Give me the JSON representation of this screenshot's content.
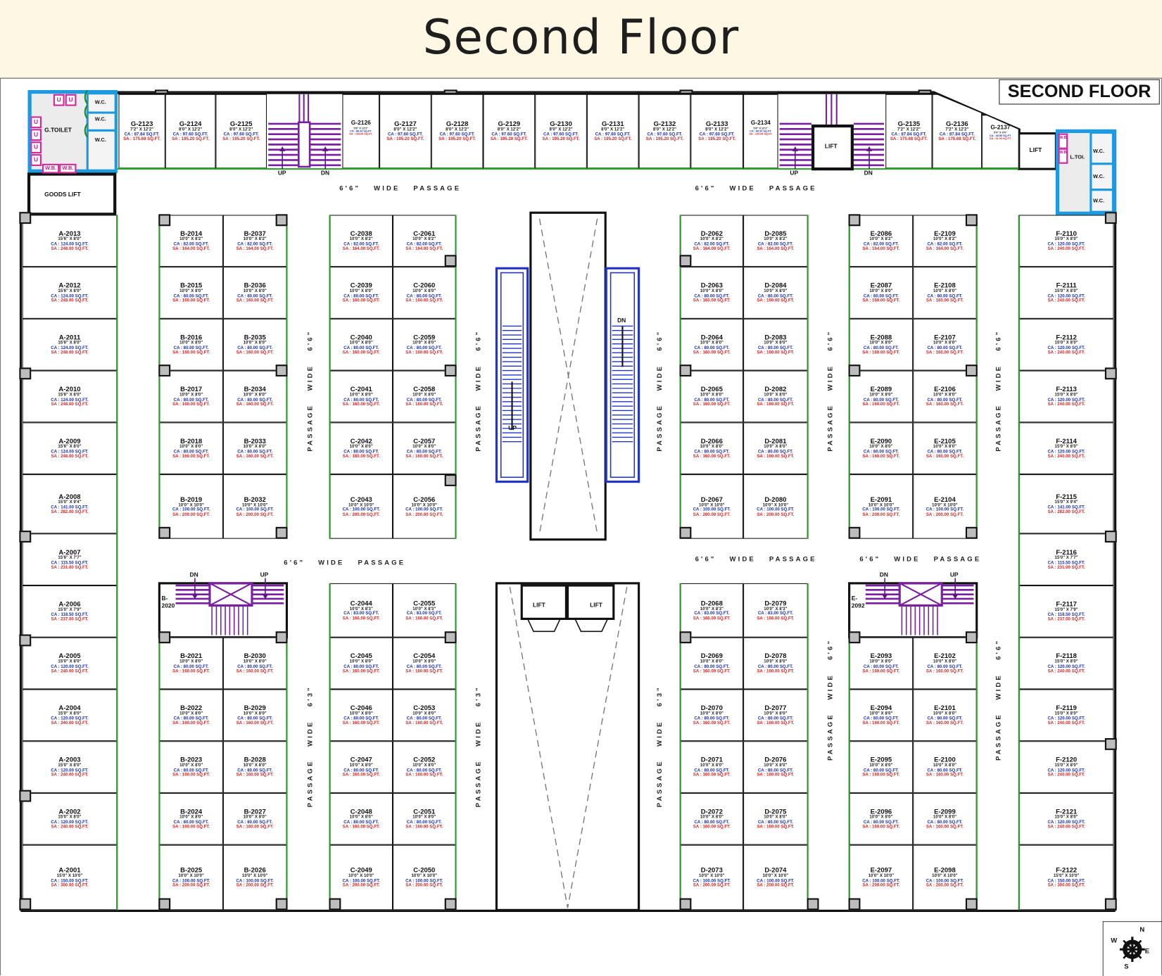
{
  "header": {
    "title": "Second Floor"
  },
  "plan_label": "SECOND FLOOR",
  "labels": {
    "ca_prefix": "CA : ",
    "sa_prefix": "SA : ",
    "area_suffix": " SQ.FT.",
    "wide": "WIDE",
    "passage": "PASSAGE",
    "up": "UP",
    "dn": "DN",
    "lift": "LIFT",
    "goods_lift": "GOODS LIFT",
    "g_toilet": "G.TOILET",
    "l_toilet": "L.TOI.",
    "wc": "W.C.",
    "wb": "W.B.",
    "urinal": "U",
    "b_stair_unit": "B-2020",
    "e_stair_unit": "E-2092"
  },
  "compass": {
    "n": "N",
    "e": "E",
    "s": "S",
    "w": "W"
  },
  "passages": {
    "horizontal": [
      "6'6\"",
      "6'6\"",
      "6'6\"",
      "6'6\"",
      "6'6\""
    ],
    "vertical": [
      "6'6\"",
      "6'6\"",
      "6'6\"",
      "6'6\"",
      "6'6\"",
      "6'3\"",
      "6'3\"",
      "6'3\"",
      "6'6\"",
      "6'6\""
    ]
  },
  "blocks": {
    "G": [
      {
        "id": "G-2123",
        "dim": "7'2\" X 12'2\"",
        "ca": "87.84",
        "sa": "175.68"
      },
      {
        "id": "G-2124",
        "dim": "8'0\" X 12'2\"",
        "ca": "97.60",
        "sa": "195.20"
      },
      {
        "id": "G-2125",
        "dim": "8'0\" X 12'2\"",
        "ca": "97.60",
        "sa": "195.20"
      },
      {
        "id": "G-2126",
        "dim": "5'6\" X 12'2\"",
        "ca": "66.92",
        "sa": "133.84"
      },
      {
        "id": "G-2127",
        "dim": "8'0\" X 12'2\"",
        "ca": "97.60",
        "sa": "195.20"
      },
      {
        "id": "G-2128",
        "dim": "8'0\" X 12'2\"",
        "ca": "97.60",
        "sa": "195.20"
      },
      {
        "id": "G-2129",
        "dim": "8'0\" X 12'2\"",
        "ca": "97.60",
        "sa": "195.20"
      },
      {
        "id": "G-2130",
        "dim": "8'0\" X 12'2\"",
        "ca": "97.60",
        "sa": "195.20"
      },
      {
        "id": "G-2131",
        "dim": "8'0\" X 12'2\"",
        "ca": "97.60",
        "sa": "195.20"
      },
      {
        "id": "G-2132",
        "dim": "8'0\" X 12'2\"",
        "ca": "97.60",
        "sa": "195.20"
      },
      {
        "id": "G-2133",
        "dim": "8'0\" X 12'2\"",
        "ca": "97.60",
        "sa": "195.20"
      },
      {
        "id": "G-2134",
        "dim": "5'6\" X 12'2\"",
        "ca": "66.92",
        "sa": "133.84"
      },
      {
        "id": "G-2135",
        "dim": "7'2\" X 12'2\"",
        "ca": "87.84",
        "sa": "175.68"
      },
      {
        "id": "G-2136",
        "dim": "7'2\" X 12'2\"",
        "ca": "87.84",
        "sa": "175.68"
      },
      {
        "id": "G-2137",
        "dim": "5'0\" X 9'0\"",
        "ca": "45.50",
        "sa": "91.00"
      }
    ],
    "A": [
      {
        "id": "A-2013",
        "dim": "15'6\" X 8'0\"",
        "ca": "124.00",
        "sa": "248.00"
      },
      {
        "id": "A-2012",
        "dim": "15'6\" X 8'0\"",
        "ca": "124.00",
        "sa": "248.00"
      },
      {
        "id": "A-2011",
        "dim": "15'6\" X 8'0\"",
        "ca": "124.00",
        "sa": "248.00"
      },
      {
        "id": "A-2010",
        "dim": "15'6\" X 8'0\"",
        "ca": "124.00",
        "sa": "248.00"
      },
      {
        "id": "A-2009",
        "dim": "15'6\" X 8'0\"",
        "ca": "124.00",
        "sa": "248.00"
      },
      {
        "id": "A-2008",
        "dim": "15'0\" X 9'4\"",
        "ca": "141.00",
        "sa": "282.00"
      },
      {
        "id": "A-2007",
        "dim": "15'6\" X 7'7\"",
        "ca": "115.50",
        "sa": "231.00"
      },
      {
        "id": "A-2006",
        "dim": "15'0\" X 7'9\"",
        "ca": "118.50",
        "sa": "237.00"
      },
      {
        "id": "A-2005",
        "dim": "15'0\" X 8'0\"",
        "ca": "120.00",
        "sa": "240.00"
      },
      {
        "id": "A-2004",
        "dim": "15'0\" X 8'0\"",
        "ca": "120.00",
        "sa": "240.00"
      },
      {
        "id": "A-2003",
        "dim": "15'0\" X 8'0\"",
        "ca": "120.00",
        "sa": "240.00"
      },
      {
        "id": "A-2002",
        "dim": "15'0\" X 8'0\"",
        "ca": "120.00",
        "sa": "240.00"
      },
      {
        "id": "A-2001",
        "dim": "15'0\" X 10'0\"",
        "ca": "150.00",
        "sa": "300.00"
      }
    ],
    "F": [
      {
        "id": "F-2110",
        "dim": "15'0\" X 8'0\"",
        "ca": "120.00",
        "sa": "240.00"
      },
      {
        "id": "F-2111",
        "dim": "15'0\" X 8'0\"",
        "ca": "120.00",
        "sa": "240.00"
      },
      {
        "id": "F-2112",
        "dim": "15'0\" X 8'0\"",
        "ca": "120.00",
        "sa": "240.00"
      },
      {
        "id": "F-2113",
        "dim": "15'0\" X 8'0\"",
        "ca": "120.00",
        "sa": "240.00"
      },
      {
        "id": "F-2114",
        "dim": "15'0\" X 8'0\"",
        "ca": "120.00",
        "sa": "240.00"
      },
      {
        "id": "F-2115",
        "dim": "15'0\" X 9'4\"",
        "ca": "141.00",
        "sa": "282.00"
      },
      {
        "id": "F-2116",
        "dim": "15'0\" X 7'7\"",
        "ca": "115.50",
        "sa": "231.00"
      },
      {
        "id": "F-2117",
        "dim": "15'0\" X 7'9\"",
        "ca": "118.50",
        "sa": "237.00"
      },
      {
        "id": "F-2118",
        "dim": "15'0\" X 8'0\"",
        "ca": "120.00",
        "sa": "240.00"
      },
      {
        "id": "F-2119",
        "dim": "15'0\" X 8'0\"",
        "ca": "120.00",
        "sa": "240.00"
      },
      {
        "id": "F-2120",
        "dim": "15'0\" X 8'0\"",
        "ca": "120.00",
        "sa": "240.00"
      },
      {
        "id": "F-2121",
        "dim": "15'0\" X 8'0\"",
        "ca": "120.00",
        "sa": "240.00"
      },
      {
        "id": "F-2122",
        "dim": "15'0\" X 10'0\"",
        "ca": "150.00",
        "sa": "300.00"
      }
    ],
    "B_top": [
      [
        {
          "id": "B-2014",
          "dim": "10'0\" X 8'2\"",
          "ca": "82.00",
          "sa": "164.00"
        },
        {
          "id": "B-2037",
          "dim": "10'0\" X 8'2\"",
          "ca": "82.00",
          "sa": "164.00"
        }
      ],
      [
        {
          "id": "B-2015",
          "dim": "10'0\" X 8'0\"",
          "ca": "80.00",
          "sa": "160.00"
        },
        {
          "id": "B-2036",
          "dim": "10'0\" X 8'0\"",
          "ca": "80.00",
          "sa": "160.00"
        }
      ],
      [
        {
          "id": "B-2016",
          "dim": "10'0\" X 8'0\"",
          "ca": "80.00",
          "sa": "160.00"
        },
        {
          "id": "B-2035",
          "dim": "10'0\" X 8'0\"",
          "ca": "80.00",
          "sa": "160.00"
        }
      ],
      [
        {
          "id": "B-2017",
          "dim": "10'0\" X 8'0\"",
          "ca": "80.00",
          "sa": "160.00"
        },
        {
          "id": "B-2034",
          "dim": "10'0\" X 8'0\"",
          "ca": "80.00",
          "sa": "160.00"
        }
      ],
      [
        {
          "id": "B-2018",
          "dim": "10'0\" X 8'0\"",
          "ca": "80.00",
          "sa": "160.00"
        },
        {
          "id": "B-2033",
          "dim": "10'0\" X 8'0\"",
          "ca": "80.00",
          "sa": "160.00"
        }
      ],
      [
        {
          "id": "B-2019",
          "dim": "10'0\" X 10'0\"",
          "ca": "100.00",
          "sa": "200.00"
        },
        {
          "id": "B-2032",
          "dim": "10'0\" X 10'0\"",
          "ca": "100.00",
          "sa": "200.00"
        }
      ]
    ],
    "B_bottom": [
      [
        {
          "id": "B-2021",
          "dim": "10'0\" X 8'0\"",
          "ca": "80.00",
          "sa": "160.00"
        },
        {
          "id": "B-2030",
          "dim": "10'0\" X 8'0\"",
          "ca": "80.00",
          "sa": "160.00"
        }
      ],
      [
        {
          "id": "B-2022",
          "dim": "10'0\" X 8'0\"",
          "ca": "80.00",
          "sa": "160.00"
        },
        {
          "id": "B-2029",
          "dim": "10'0\" X 8'0\"",
          "ca": "80.00",
          "sa": "160.00"
        }
      ],
      [
        {
          "id": "B-2023",
          "dim": "10'0\" X 8'0\"",
          "ca": "80.00",
          "sa": "160.00"
        },
        {
          "id": "B-2028",
          "dim": "10'0\" X 8'0\"",
          "ca": "80.00",
          "sa": "160.00"
        }
      ],
      [
        {
          "id": "B-2024",
          "dim": "10'0\" X 8'0\"",
          "ca": "80.00",
          "sa": "160.00"
        },
        {
          "id": "B-2027",
          "dim": "10'0\" X 8'0\"",
          "ca": "80.00",
          "sa": "160.00"
        }
      ],
      [
        {
          "id": "B-2025",
          "dim": "10'0\" X 10'0\"",
          "ca": "100.00",
          "sa": "200.00"
        },
        {
          "id": "B-2026",
          "dim": "10'0\" X 10'0\"",
          "ca": "100.00",
          "sa": "200.00"
        }
      ]
    ],
    "C_top": [
      [
        {
          "id": "C-2038",
          "dim": "10'0\" X 8'2\"",
          "ca": "82.00",
          "sa": "164.00"
        },
        {
          "id": "C-2061",
          "dim": "10'0\" X 8'2\"",
          "ca": "82.00",
          "sa": "164.00"
        }
      ],
      [
        {
          "id": "C-2039",
          "dim": "10'0\" X 8'0\"",
          "ca": "80.00",
          "sa": "160.00"
        },
        {
          "id": "C-2060",
          "dim": "10'0\" X 8'0\"",
          "ca": "80.00",
          "sa": "160.00"
        }
      ],
      [
        {
          "id": "C-2040",
          "dim": "10'0\" X 8'0\"",
          "ca": "80.00",
          "sa": "160.00"
        },
        {
          "id": "C-2059",
          "dim": "10'0\" X 8'0\"",
          "ca": "80.00",
          "sa": "160.00"
        }
      ],
      [
        {
          "id": "C-2041",
          "dim": "10'0\" X 8'0\"",
          "ca": "80.00",
          "sa": "160.00"
        },
        {
          "id": "C-2058",
          "dim": "10'0\" X 8'0\"",
          "ca": "80.00",
          "sa": "160.00"
        }
      ],
      [
        {
          "id": "C-2042",
          "dim": "10'0\" X 8'0\"",
          "ca": "80.00",
          "sa": "160.00"
        },
        {
          "id": "C-2057",
          "dim": "10'0\" X 8'0\"",
          "ca": "80.00",
          "sa": "160.00"
        }
      ],
      [
        {
          "id": "C-2043",
          "dim": "10'0\" X 10'0\"",
          "ca": "100.00",
          "sa": "200.00"
        },
        {
          "id": "C-2056",
          "dim": "10'0\" X 10'0\"",
          "ca": "100.00",
          "sa": "200.00"
        }
      ]
    ],
    "C_bottom": [
      [
        {
          "id": "C-2044",
          "dim": "10'0\" X 8'3\"",
          "ca": "83.00",
          "sa": "166.00"
        },
        {
          "id": "C-2055",
          "dim": "10'0\" X 8'3\"",
          "ca": "83.00",
          "sa": "166.00"
        }
      ],
      [
        {
          "id": "C-2045",
          "dim": "10'0\" X 8'0\"",
          "ca": "80.00",
          "sa": "160.00"
        },
        {
          "id": "C-2054",
          "dim": "10'0\" X 8'0\"",
          "ca": "80.00",
          "sa": "160.00"
        }
      ],
      [
        {
          "id": "C-2046",
          "dim": "10'0\" X 8'0\"",
          "ca": "80.00",
          "sa": "160.00"
        },
        {
          "id": "C-2053",
          "dim": "10'0\" X 8'0\"",
          "ca": "80.00",
          "sa": "160.00"
        }
      ],
      [
        {
          "id": "C-2047",
          "dim": "10'0\" X 8'0\"",
          "ca": "80.00",
          "sa": "160.00"
        },
        {
          "id": "C-2052",
          "dim": "10'0\" X 8'0\"",
          "ca": "80.00",
          "sa": "160.00"
        }
      ],
      [
        {
          "id": "C-2048",
          "dim": "10'0\" X 8'0\"",
          "ca": "80.00",
          "sa": "160.00"
        },
        {
          "id": "C-2051",
          "dim": "10'0\" X 8'0\"",
          "ca": "80.00",
          "sa": "160.00"
        }
      ],
      [
        {
          "id": "C-2049",
          "dim": "10'0\" X 10'0\"",
          "ca": "100.00",
          "sa": "200.00"
        },
        {
          "id": "C-2050",
          "dim": "10'0\" X 10'0\"",
          "ca": "100.00",
          "sa": "200.00"
        }
      ]
    ],
    "D_top": [
      [
        {
          "id": "D-2062",
          "dim": "10'0\" X 8'2\"",
          "ca": "82.00",
          "sa": "164.00"
        },
        {
          "id": "D-2085",
          "dim": "10'0\" X 8'2\"",
          "ca": "82.00",
          "sa": "164.00"
        }
      ],
      [
        {
          "id": "D-2063",
          "dim": "10'0\" X 8'0\"",
          "ca": "80.00",
          "sa": "160.00"
        },
        {
          "id": "D-2084",
          "dim": "10'0\" X 8'0\"",
          "ca": "80.00",
          "sa": "160.00"
        }
      ],
      [
        {
          "id": "D-2064",
          "dim": "10'0\" X 8'0\"",
          "ca": "80.00",
          "sa": "160.00"
        },
        {
          "id": "D-2083",
          "dim": "10'0\" X 8'0\"",
          "ca": "80.00",
          "sa": "160.00"
        }
      ],
      [
        {
          "id": "D-2065",
          "dim": "10'0\" X 8'0\"",
          "ca": "80.00",
          "sa": "160.00"
        },
        {
          "id": "D-2082",
          "dim": "10'0\" X 8'0\"",
          "ca": "80.00",
          "sa": "160.00"
        }
      ],
      [
        {
          "id": "D-2066",
          "dim": "10'0\" X 8'0\"",
          "ca": "80.00",
          "sa": "160.00"
        },
        {
          "id": "D-2081",
          "dim": "10'0\" X 8'0\"",
          "ca": "80.00",
          "sa": "160.00"
        }
      ],
      [
        {
          "id": "D-2067",
          "dim": "10'0\" X 10'0\"",
          "ca": "100.00",
          "sa": "200.00"
        },
        {
          "id": "D-2080",
          "dim": "10'0\" X 10'0\"",
          "ca": "100.00",
          "sa": "200.00"
        }
      ]
    ],
    "D_bottom": [
      [
        {
          "id": "D-2068",
          "dim": "10'0\" X 8'3\"",
          "ca": "83.00",
          "sa": "166.00"
        },
        {
          "id": "D-2079",
          "dim": "10'0\" X 8'3\"",
          "ca": "83.00",
          "sa": "166.00"
        }
      ],
      [
        {
          "id": "D-2069",
          "dim": "10'0\" X 8'0\"",
          "ca": "80.00",
          "sa": "160.00"
        },
        {
          "id": "D-2078",
          "dim": "10'0\" X 8'0\"",
          "ca": "80.00",
          "sa": "160.00"
        }
      ],
      [
        {
          "id": "D-2070",
          "dim": "10'0\" X 8'0\"",
          "ca": "80.00",
          "sa": "160.00"
        },
        {
          "id": "D-2077",
          "dim": "10'0\" X 8'0\"",
          "ca": "80.00",
          "sa": "160.00"
        }
      ],
      [
        {
          "id": "D-2071",
          "dim": "10'0\" X 8'0\"",
          "ca": "80.00",
          "sa": "160.00"
        },
        {
          "id": "D-2076",
          "dim": "10'0\" X 8'0\"",
          "ca": "80.00",
          "sa": "160.00"
        }
      ],
      [
        {
          "id": "D-2072",
          "dim": "10'0\" X 8'0\"",
          "ca": "80.00",
          "sa": "160.00"
        },
        {
          "id": "D-2075",
          "dim": "10'0\" X 8'0\"",
          "ca": "80.00",
          "sa": "160.00"
        }
      ],
      [
        {
          "id": "D-2073",
          "dim": "10'0\" X 10'0\"",
          "ca": "100.00",
          "sa": "200.00"
        },
        {
          "id": "D-2074",
          "dim": "10'0\" X 10'0\"",
          "ca": "100.00",
          "sa": "200.00"
        }
      ]
    ],
    "E_top": [
      [
        {
          "id": "E-2086",
          "dim": "10'0\" X 8'2\"",
          "ca": "82.00",
          "sa": "164.00"
        },
        {
          "id": "E-2109",
          "dim": "10'0\" X 8'2\"",
          "ca": "82.00",
          "sa": "164.00"
        }
      ],
      [
        {
          "id": "E-2087",
          "dim": "10'0\" X 8'0\"",
          "ca": "80.00",
          "sa": "160.00"
        },
        {
          "id": "E-2108",
          "dim": "10'0\" X 8'0\"",
          "ca": "80.00",
          "sa": "160.00"
        }
      ],
      [
        {
          "id": "E-2088",
          "dim": "10'0\" X 8'0\"",
          "ca": "80.00",
          "sa": "160.00"
        },
        {
          "id": "E-2107",
          "dim": "10'0\" X 8'0\"",
          "ca": "80.00",
          "sa": "160.00"
        }
      ],
      [
        {
          "id": "E-2089",
          "dim": "10'0\" X 8'0\"",
          "ca": "80.00",
          "sa": "160.00"
        },
        {
          "id": "E-2106",
          "dim": "10'0\" X 8'0\"",
          "ca": "80.00",
          "sa": "160.00"
        }
      ],
      [
        {
          "id": "E-2090",
          "dim": "10'0\" X 8'0\"",
          "ca": "80.00",
          "sa": "160.00"
        },
        {
          "id": "E-2105",
          "dim": "10'0\" X 8'0\"",
          "ca": "80.00",
          "sa": "160.00"
        }
      ],
      [
        {
          "id": "E-2091",
          "dim": "10'0\" X 10'0\"",
          "ca": "100.00",
          "sa": "200.00"
        },
        {
          "id": "E-2104",
          "dim": "10'0\" X 10'0\"",
          "ca": "100.00",
          "sa": "200.00"
        }
      ]
    ],
    "E_bottom": [
      [
        {
          "id": "E-2093",
          "dim": "10'0\" X 8'0\"",
          "ca": "80.00",
          "sa": "160.00"
        },
        {
          "id": "E-2102",
          "dim": "10'0\" X 8'0\"",
          "ca": "80.00",
          "sa": "160.00"
        }
      ],
      [
        {
          "id": "E-2094",
          "dim": "10'0\" X 8'0\"",
          "ca": "80.00",
          "sa": "160.00"
        },
        {
          "id": "E-2101",
          "dim": "10'0\" X 8'0\"",
          "ca": "80.00",
          "sa": "160.00"
        }
      ],
      [
        {
          "id": "E-2095",
          "dim": "10'0\" X 8'0\"",
          "ca": "80.00",
          "sa": "160.00"
        },
        {
          "id": "E-2100",
          "dim": "10'0\" X 8'0\"",
          "ca": "80.00",
          "sa": "160.00"
        }
      ],
      [
        {
          "id": "E-2096",
          "dim": "10'0\" X 8'0\"",
          "ca": "80.00",
          "sa": "160.00"
        },
        {
          "id": "E-2099",
          "dim": "10'0\" X 8'0\"",
          "ca": "80.00",
          "sa": "160.00"
        }
      ],
      [
        {
          "id": "E-2097",
          "dim": "10'0\" X 10'0\"",
          "ca": "100.00",
          "sa": "200.00"
        },
        {
          "id": "E-2098",
          "dim": "10'0\" X 10'0\"",
          "ca": "100.00",
          "sa": "200.00"
        }
      ]
    ]
  }
}
